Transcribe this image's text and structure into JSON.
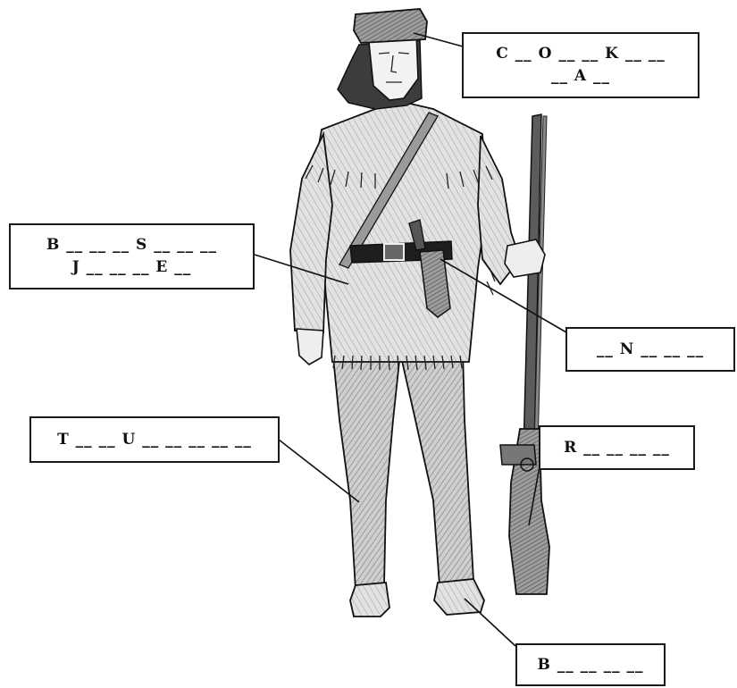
{
  "labels": {
    "coonskin_cap": {
      "line1": "C __ O __ __ K __ __",
      "line2": "__ A __"
    },
    "buckskin_jacket": {
      "line1": "B __ __ __ S __ __ __",
      "line2": "J __ __ __ E __"
    },
    "knife": {
      "line1": "__ N __ __ __"
    },
    "trousers": {
      "line1": "T __ __ U __ __ __ __ __"
    },
    "rifle": {
      "line1": "R __ __ __ __"
    },
    "boots": {
      "line1": "B __ __ __ __"
    }
  },
  "colors": {
    "ink": "#1a1a1a",
    "leather": "#bdbdbd",
    "shade": "#8a8a8a",
    "wood": "#6e6e6e"
  }
}
